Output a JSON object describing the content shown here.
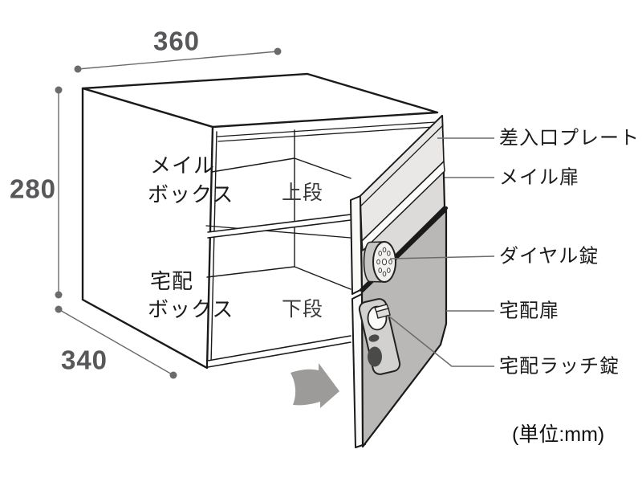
{
  "diagram": {
    "title_hint": "delivery-and-mail-box-dimension-diagram",
    "dimensions": {
      "width_top": "360",
      "height_left": "280",
      "depth_bottom": "340",
      "unit_note": "(単位:mm)"
    },
    "interior_labels": {
      "mail_box_line1": "メイル",
      "mail_box_line2": "ボックス",
      "upper_tier": "上段",
      "delivery_box_line1": "宅配",
      "delivery_box_line2": "ボックス",
      "lower_tier": "下段"
    },
    "callouts": [
      {
        "label": "差入口プレート"
      },
      {
        "label": "メイル扉"
      },
      {
        "label": "ダイヤル錠"
      },
      {
        "label": "宅配扉"
      },
      {
        "label": "宅配ラッチ錠"
      }
    ],
    "colors": {
      "line": "#1a1a1a",
      "dimension": "#6b6b6b",
      "mail_door": "#dcdbd9",
      "slot_plate": "#e9e8e6",
      "delivery_door": "#b9b8b6",
      "latch_plate": "#d2d1cf",
      "arrow": "#9c9b99"
    }
  }
}
